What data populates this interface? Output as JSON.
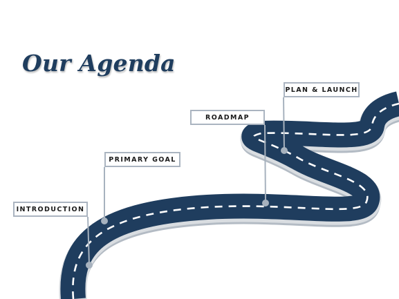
{
  "slide": {
    "title": "Our Agenda"
  },
  "milestones": [
    {
      "id": "introduction",
      "label": "INTRODUCTION"
    },
    {
      "id": "primary-goal",
      "label": "PRIMARY GOAL"
    },
    {
      "id": "roadmap",
      "label": "ROADMAP"
    },
    {
      "id": "plan-and-launch",
      "label": "PLAN & LAUNCH"
    }
  ],
  "colors": {
    "road": "#1f3d5e",
    "road_edge": "#d9dde1",
    "road_shadow": "#b3bbc4",
    "lane_marking": "#ffffff",
    "connector": "#a7b2be",
    "title": "#1f3d5e"
  }
}
